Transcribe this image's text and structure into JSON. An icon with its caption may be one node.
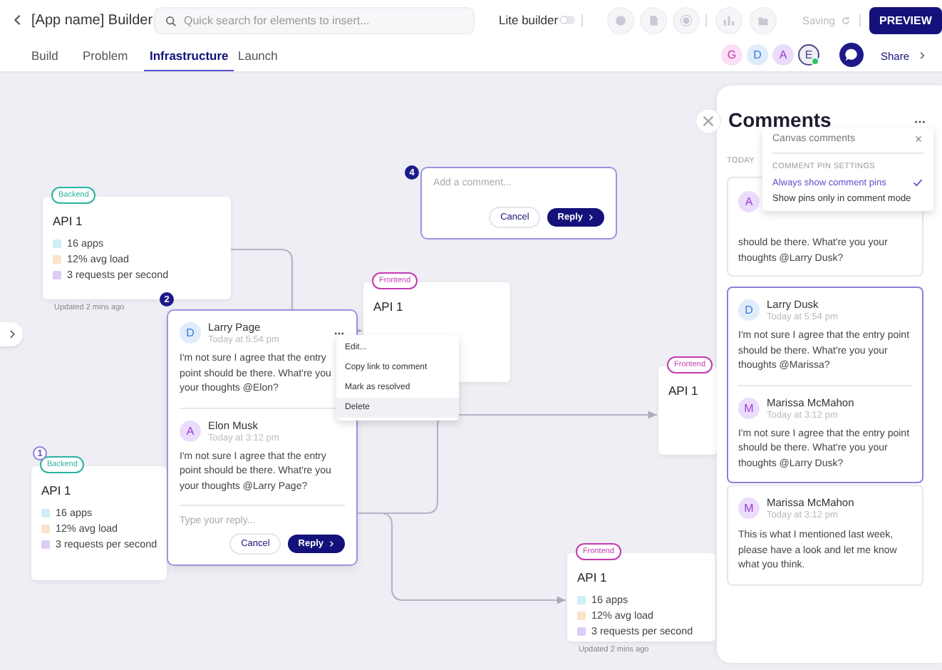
{
  "diagram": {
    "nodes": [
      {
        "text": [
          "Backend",
          "API 1",
          "16 apps",
          "12% avg load",
          "3 requests per second"
        ],
        "beside": [
          "Updated 2 mins ago"
        ]
      },
      {
        "text": [
          "Frontend",
          "API 1"
        ]
      },
      {
        "text": [
          "Backend",
          "API 1",
          "16 apps",
          "12% avg load",
          "3 requests per second"
        ]
      },
      {
        "text": [
          "Frontend",
          "API 1"
        ]
      },
      {
        "text": [
          "Frontend",
          "API 1",
          "16 apps",
          "12% avg load",
          "3 requests per second"
        ],
        "beside": [
          "Updated 2 mins ago"
        ]
      },
      {
        "text": [
          "Canvas comments",
          "COMMENT PIN SETTINGS",
          "Always show comment pins",
          "Show pins only in comment mode"
        ]
      }
    ],
    "edges": [
      {
        "from": 0,
        "to": 1,
        "arrow": "to"
      },
      {
        "from": 2,
        "to": 3,
        "arrow": "to"
      },
      {
        "from": 2,
        "to": 4,
        "arrow": "to"
      }
    ],
    "labels": [
      "[App name] Builder",
      "Quick search for elements to insert...",
      "Lite builder",
      "Saving",
      "PREVIEW",
      "Build",
      "Problem",
      "Infrastructure",
      "Launch",
      "G",
      "D",
      "A",
      "E",
      "Share",
      "4",
      "Add a comment...",
      "Cancel",
      "Reply",
      "2",
      "D",
      "Larry Page",
      "Today at 5:54 pm",
      "I'm not sure I agree that the entry point should be there. What're you your thoughts @Elon?",
      "A",
      "Elon Musk",
      "Today at 3:12 pm",
      "I'm not sure I agree that the entry point should be there. What're you your thoughts @Larry Page?",
      "Type your reply...",
      "Cancel",
      "Reply",
      "Edit...",
      "Copy link to comment",
      "Mark as resolved",
      "Delete",
      "1",
      "Comments",
      "TODAY",
      "A",
      "should be there. What're you your thoughts @Larry Dusk?",
      "D",
      "Larry Dusk",
      "Today at 5:54 pm",
      "I'm not sure I agree that the entry point should be there. What're you your thoughts @Marissa?",
      "M",
      "Marissa McMahon",
      "Today at 3:12 pm",
      "I'm not sure I agree that the entry point should be there. What're you your thoughts @Larry Dusk?",
      "M",
      "Marissa McMahon",
      "Today at 3:12 pm",
      "This is what I mentioned last week, please have a look and let me know what you think."
    ]
  }
}
